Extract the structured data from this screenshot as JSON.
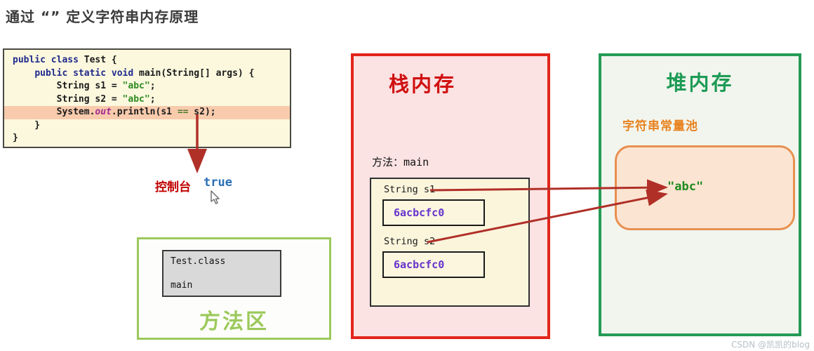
{
  "title": "通过 “” 定义字符串内存原理",
  "watermark": "CSDN @凯凯的blog",
  "code_block": {
    "highlight_line_index": 4,
    "lines": [
      [
        {
          "t": "public class ",
          "c": "kw"
        },
        {
          "t": "Test {",
          "c": "pl"
        }
      ],
      [
        {
          "t": "    ",
          "c": "pl"
        },
        {
          "t": "public static void ",
          "c": "kw"
        },
        {
          "t": "main(String[] args) {",
          "c": "pl"
        }
      ],
      [
        {
          "t": "        String s1 = ",
          "c": "pl"
        },
        {
          "t": "\"abc\"",
          "c": "str"
        },
        {
          "t": ";",
          "c": "pl"
        }
      ],
      [
        {
          "t": "        String s2 = ",
          "c": "pl"
        },
        {
          "t": "\"abc\"",
          "c": "str"
        },
        {
          "t": ";",
          "c": "pl"
        }
      ],
      [
        {
          "t": "        System.",
          "c": "pl"
        },
        {
          "t": "out",
          "c": "field"
        },
        {
          "t": ".println(s1 ",
          "c": "pl"
        },
        {
          "t": "==",
          "c": "op"
        },
        {
          "t": " s2);",
          "c": "pl"
        }
      ],
      [
        {
          "t": "    }",
          "c": "pl"
        }
      ],
      [
        {
          "t": "}",
          "c": "pl"
        }
      ]
    ]
  },
  "console": {
    "label": "控制台",
    "value": "true"
  },
  "method_area": {
    "label": "方法区",
    "class_entry": "Test.class",
    "method_entry": "main"
  },
  "stack": {
    "title": "栈内存",
    "frame_label": "方法：main",
    "variables": [
      {
        "name": "String s1",
        "address": "6acbcfc0"
      },
      {
        "name": "String s2",
        "address": "6acbcfc0"
      }
    ]
  },
  "heap": {
    "title": "堆内存",
    "pool_label": "字符串常量池",
    "pool_string": "\"abc\""
  },
  "colors": {
    "stack_border": "#E2251B",
    "stack_bg": "#FBE2E3",
    "stack_title": "#D01010",
    "heap_border": "#259B56",
    "heap_bg": "#F2F5EE",
    "heap_title": "#1E9B55",
    "pool_label": "#E8821E",
    "pool_border": "#E89050",
    "pool_bg": "#FBE4D2",
    "pool_string": "#1E8B1E",
    "method_area_border": "#9CC95C",
    "address_text": "#6633CC",
    "arrow": "#B03028",
    "console_label": "#C00000",
    "console_value": "#2A6FB5",
    "code_bg": "#FBF8DE",
    "code_highlight": "#F8CBAD",
    "keyword": "#202A8C",
    "string_literal": "#2E8B22"
  }
}
